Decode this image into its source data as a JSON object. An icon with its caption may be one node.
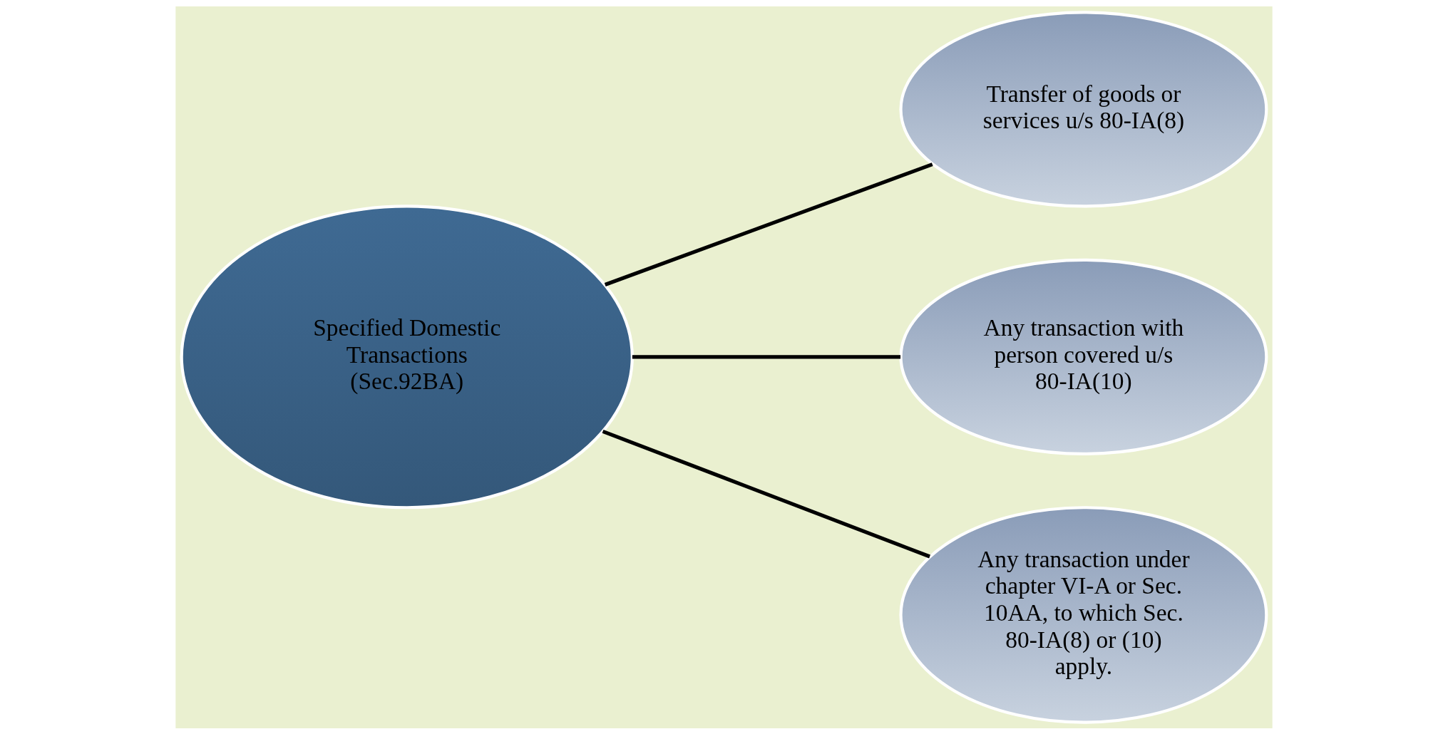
{
  "diagram": {
    "nodes": [
      {
        "text": [
          "Specified Domestic Transactions (Sec.92BA)"
        ]
      },
      {
        "text": [
          "Transfer of goods or services u/s 80-IA(8)"
        ]
      },
      {
        "text": [
          "Any transaction with person covered u/s 80-IA(10)"
        ]
      },
      {
        "text": [
          "Any transaction under chapter VI-A or Sec. 10AA, to which Sec. 80-IA(8) or (10) apply."
        ]
      }
    ],
    "edges": [
      {
        "from": 0,
        "to": 1,
        "arrow": "none"
      },
      {
        "from": 0,
        "to": 2,
        "arrow": "none"
      },
      {
        "from": 0,
        "to": 3,
        "arrow": "none"
      }
    ]
  }
}
